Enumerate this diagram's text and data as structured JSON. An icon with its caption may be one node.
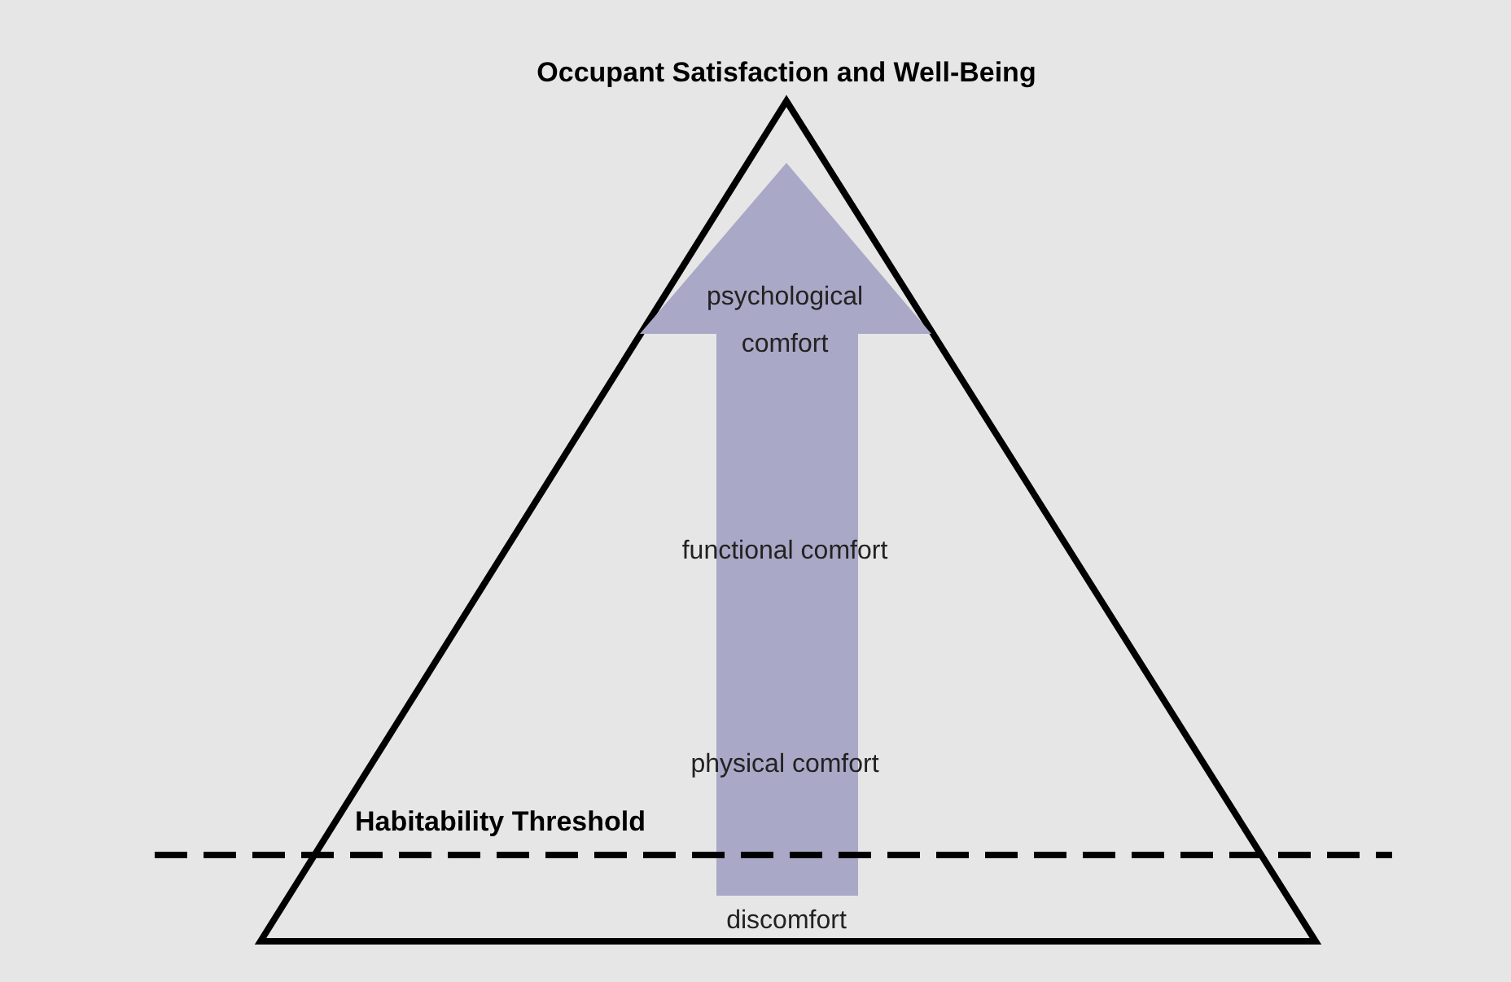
{
  "diagram": {
    "title": "Occupant Satisfaction and Well-Being",
    "labels": [
      "psychological comfort",
      "functional comfort",
      "physical comfort",
      "Habitability Threshold",
      "discomfort"
    ]
  }
}
